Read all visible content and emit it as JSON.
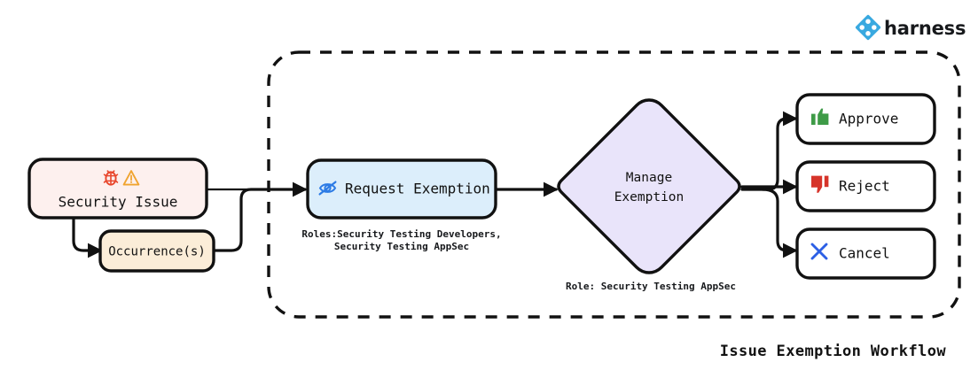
{
  "brand": {
    "name": "harness",
    "logo_icon": "harness-diamond-logo-icon",
    "logo_color": "#39A9E0"
  },
  "diagram": {
    "title": "Issue Exemption Workflow",
    "group_frame": {
      "name": "exemption-process-boundary",
      "style": "dashed"
    },
    "nodes": [
      {
        "id": "security-issue",
        "label": "Security Issue",
        "icons": [
          "bug-icon",
          "warning-triangle-icon"
        ],
        "fill": "#FDF0EE",
        "stroke": "#111111",
        "shape": "rounded-rect"
      },
      {
        "id": "occurrences",
        "label": "Occurrence(s)",
        "fill": "#FBEDD8",
        "stroke": "#111111",
        "shape": "rounded-rect"
      },
      {
        "id": "request-exemption",
        "label": "Request Exemption",
        "icons": [
          "eye-slash-icon"
        ],
        "icon_color": "#2C7BE5",
        "fill": "#DCEEFB",
        "stroke": "#111111",
        "shape": "rounded-rect",
        "caption_line1": "Roles:Security Testing Developers,",
        "caption_line2": "Security Testing AppSec"
      },
      {
        "id": "manage-exemption",
        "label_line1": "Manage",
        "label_line2": "Exemption",
        "fill": "#E9E4FA",
        "stroke": "#111111",
        "shape": "diamond",
        "caption": "Role: Security Testing AppSec"
      },
      {
        "id": "approve",
        "label": "Approve",
        "icons": [
          "thumbs-up-icon"
        ],
        "icon_color": "#3E9B47",
        "fill": "#FFFFFF",
        "stroke": "#111111",
        "shape": "rounded-rect"
      },
      {
        "id": "reject",
        "label": "Reject",
        "icons": [
          "thumbs-down-icon"
        ],
        "icon_color": "#D6342A",
        "fill": "#FFFFFF",
        "stroke": "#111111",
        "shape": "rounded-rect"
      },
      {
        "id": "cancel",
        "label": "Cancel",
        "icons": [
          "x-mark-icon"
        ],
        "icon_color": "#2C5FE5",
        "fill": "#FFFFFF",
        "stroke": "#111111",
        "shape": "rounded-rect"
      }
    ],
    "edges": [
      {
        "from": "security-issue",
        "to": "occurrences"
      },
      {
        "from": "security-issue",
        "to": "request-exemption"
      },
      {
        "from": "occurrences",
        "to": "request-exemption"
      },
      {
        "from": "request-exemption",
        "to": "manage-exemption"
      },
      {
        "from": "manage-exemption",
        "to": "approve"
      },
      {
        "from": "manage-exemption",
        "to": "reject"
      },
      {
        "from": "manage-exemption",
        "to": "cancel"
      }
    ]
  }
}
